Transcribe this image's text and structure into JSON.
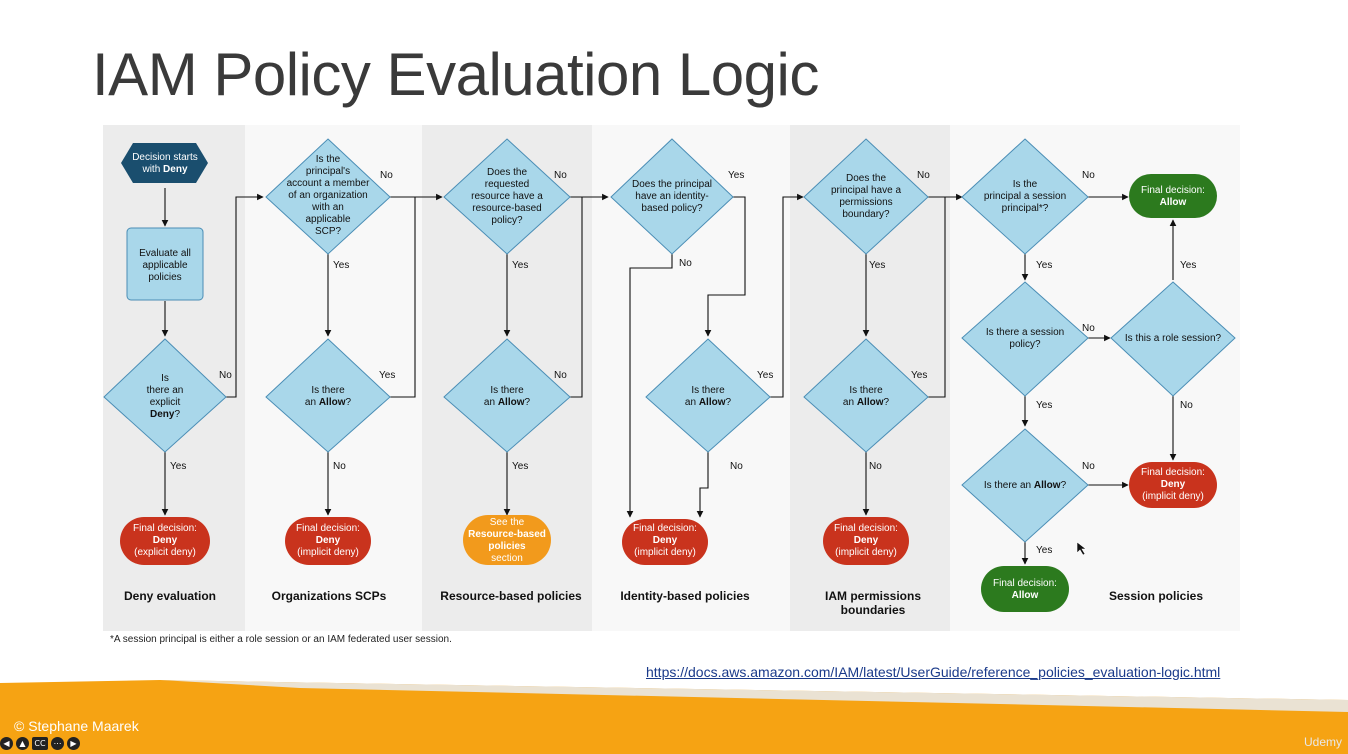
{
  "title": "IAM Policy Evaluation Logic",
  "footnote": "*A session principal is either a role session or an IAM federated user session.",
  "link": "https://docs.aws.amazon.com/IAM/latest/UserGuide/reference_policies_evaluation-logic.html",
  "author": "© Stephane Maarek",
  "watermark": "Udemy",
  "controls": [
    "prev-icon",
    "warning-icon",
    "cc-icon",
    "more-icon",
    "next-icon"
  ],
  "colors": {
    "diamond": "#a9d7ea",
    "diamond_border": "#4a8db5",
    "start": "#1a4e6e",
    "deny": "#c9331d",
    "allow": "#2c7a1e",
    "resource": "#f29a1c",
    "band": "#f6a313"
  },
  "columns": [
    "Deny evaluation",
    "Organizations SCPs",
    "Resource-based policies",
    "Identity-based policies",
    "IAM permissions boundaries",
    "Session policies"
  ],
  "nodes": {
    "start": "Decision starts with Deny",
    "evaluate": "Evaluate all applicable policies",
    "explicit_deny_q": "Is there an explicit Deny?",
    "scp_member_q": "Is the principal's account a member of an organization with an applicable SCP?",
    "scp_allow_q": "Is there an Allow?",
    "resource_policy_q": "Does the requested resource have a resource-based policy?",
    "resource_allow_q": "Is there an Allow?",
    "identity_policy_q": "Does the principal have an identity-based policy?",
    "identity_allow_q": "Is there an Allow?",
    "boundary_q": "Does the principal have a permissions boundary?",
    "boundary_allow_q": "Is there an Allow?",
    "session_principal_q": "Is the principal a session principal*?",
    "session_policy_q": "Is there a session policy?",
    "role_session_q": "Is this a role session?",
    "session_allow_q": "Is there an Allow?",
    "final_explicit_deny": "Final decision: Deny (explicit deny)",
    "final_scp_deny": "Final decision: Deny (implicit deny)",
    "see_resource": "See the Resource-based policies section",
    "final_identity_deny": "Final decision: Deny (implicit deny)",
    "final_boundary_deny": "Final decision: Deny (implicit deny)",
    "final_allow_top": "Final decision: Allow",
    "final_session_deny": "Final decision: Deny (implicit deny)",
    "final_allow_bottom": "Final decision: Allow"
  },
  "edge_labels": {
    "yes": "Yes",
    "no": "No"
  }
}
